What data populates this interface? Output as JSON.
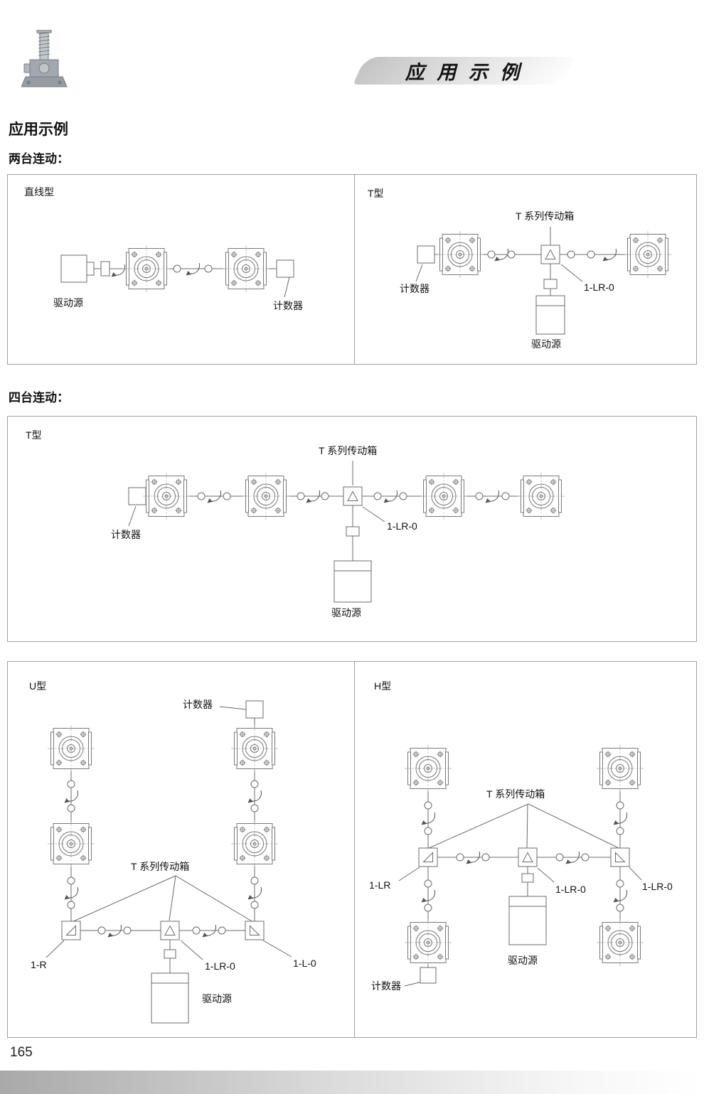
{
  "page": {
    "title": "应用示例",
    "page_number": "165"
  },
  "header": {
    "banner_title": "应 用 示 例"
  },
  "sections": {
    "two_unit": {
      "label": "两台连动：",
      "linear": {
        "type_label": "直线型",
        "drive_label": "驱动源",
        "counter_label": "计数器"
      },
      "t_type": {
        "type_label": "T型",
        "gearbox_label": "T 系列传动箱",
        "counter_label": "计数器",
        "model_label": "1-LR-0",
        "drive_label": "驱动源"
      }
    },
    "four_unit": {
      "label": "四台连动：",
      "t_type": {
        "type_label": "T型",
        "gearbox_label": "T 系列传动箱",
        "counter_label": "计数器",
        "model_label": "1-LR-0",
        "drive_label": "驱动源"
      },
      "u_type": {
        "type_label": "U型",
        "counter_label": "计数器",
        "gearbox_label": "T 系列传动箱",
        "model_left": "1-R",
        "model_center": "1-LR-0",
        "model_right": "1-L-0",
        "drive_label": "驱动源"
      },
      "h_type": {
        "type_label": "H型",
        "gearbox_label": "T 系列传动箱",
        "model_left": "1-LR",
        "model_center": "1-LR-0",
        "model_right": "1-LR-0",
        "drive_label": "驱动源",
        "counter_label": "计数器"
      }
    }
  }
}
